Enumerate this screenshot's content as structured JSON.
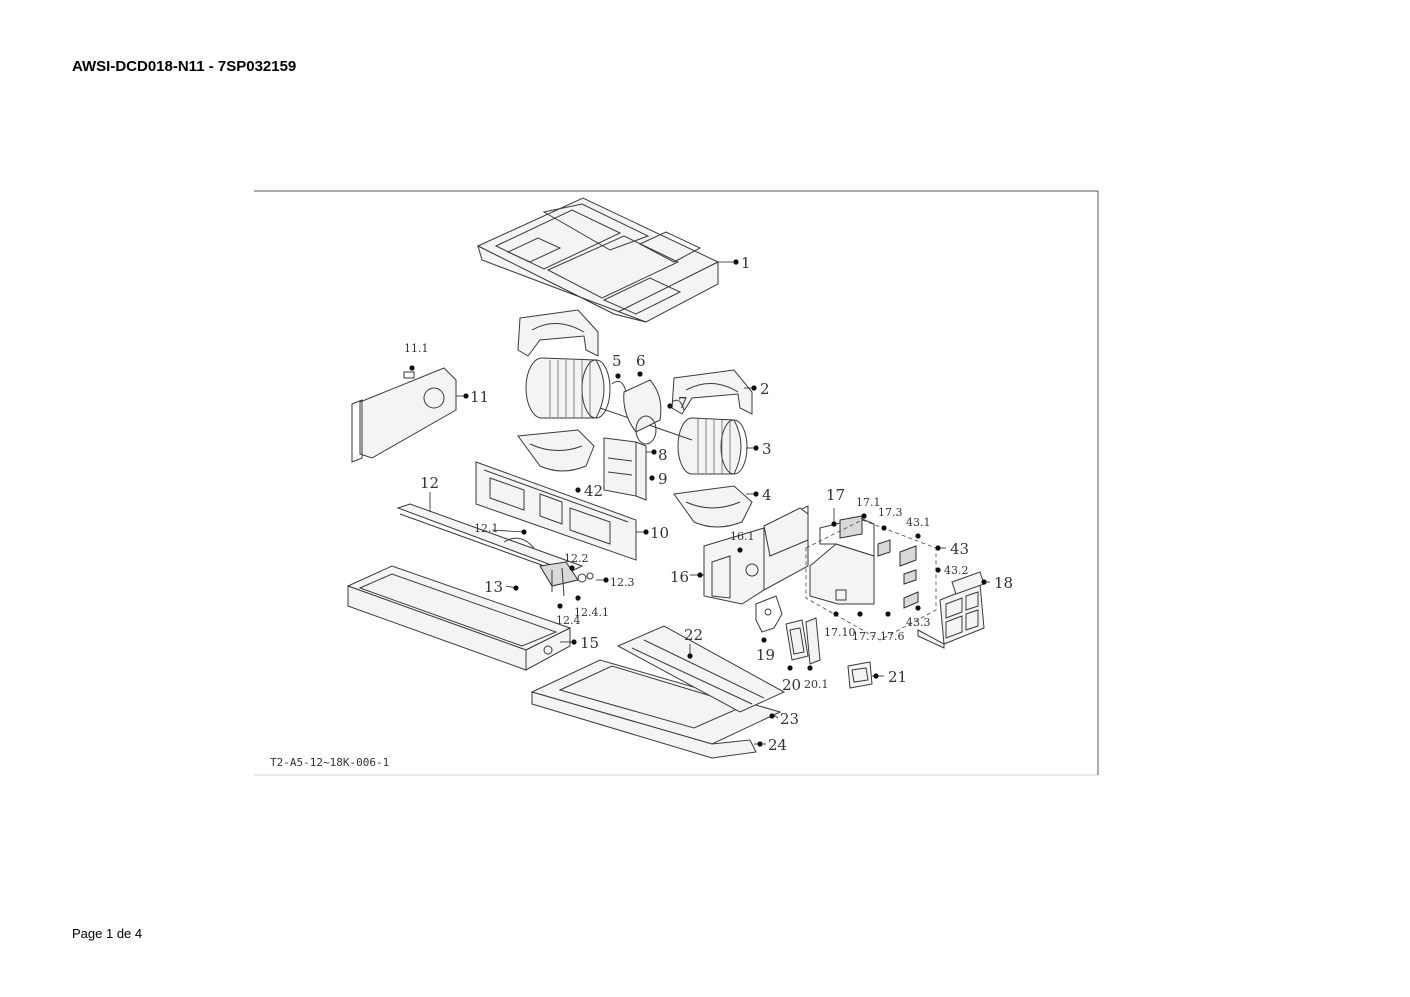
{
  "header": {
    "title": "AWSI-DCD018-N11 - 7SP032159"
  },
  "footer": {
    "page": "Page 1 de 4"
  },
  "drawing": {
    "code": "T2-A5-12~18K-006-1",
    "callouts": {
      "p1": "1",
      "p2": "2",
      "p3": "3",
      "p4": "4",
      "p5": "5",
      "p6": "6",
      "p7": "7",
      "p8": "8",
      "p9": "9",
      "p10": "10",
      "p11": "11",
      "p11_1": "11.1",
      "p12": "12",
      "p12_1": "12.1",
      "p12_2": "12.2",
      "p12_3": "12.3",
      "p12_4": "12.4",
      "p12_4_1": "12.4.1",
      "p13": "13",
      "p15": "15",
      "p16": "16",
      "p16_1": "16.1",
      "p17": "17",
      "p17_1": "17.1",
      "p17_3": "17.3",
      "p17_6": "17.6",
      "p17_7": "17.7",
      "p17_10": "17.10",
      "p18": "18",
      "p19": "19",
      "p20": "20",
      "p20_1": "20.1",
      "p21": "21",
      "p22": "22",
      "p23": "23",
      "p24": "24",
      "p42": "42",
      "p43": "43",
      "p43_1": "43.1",
      "p43_2": "43.2",
      "p43_3": "43.3"
    }
  }
}
